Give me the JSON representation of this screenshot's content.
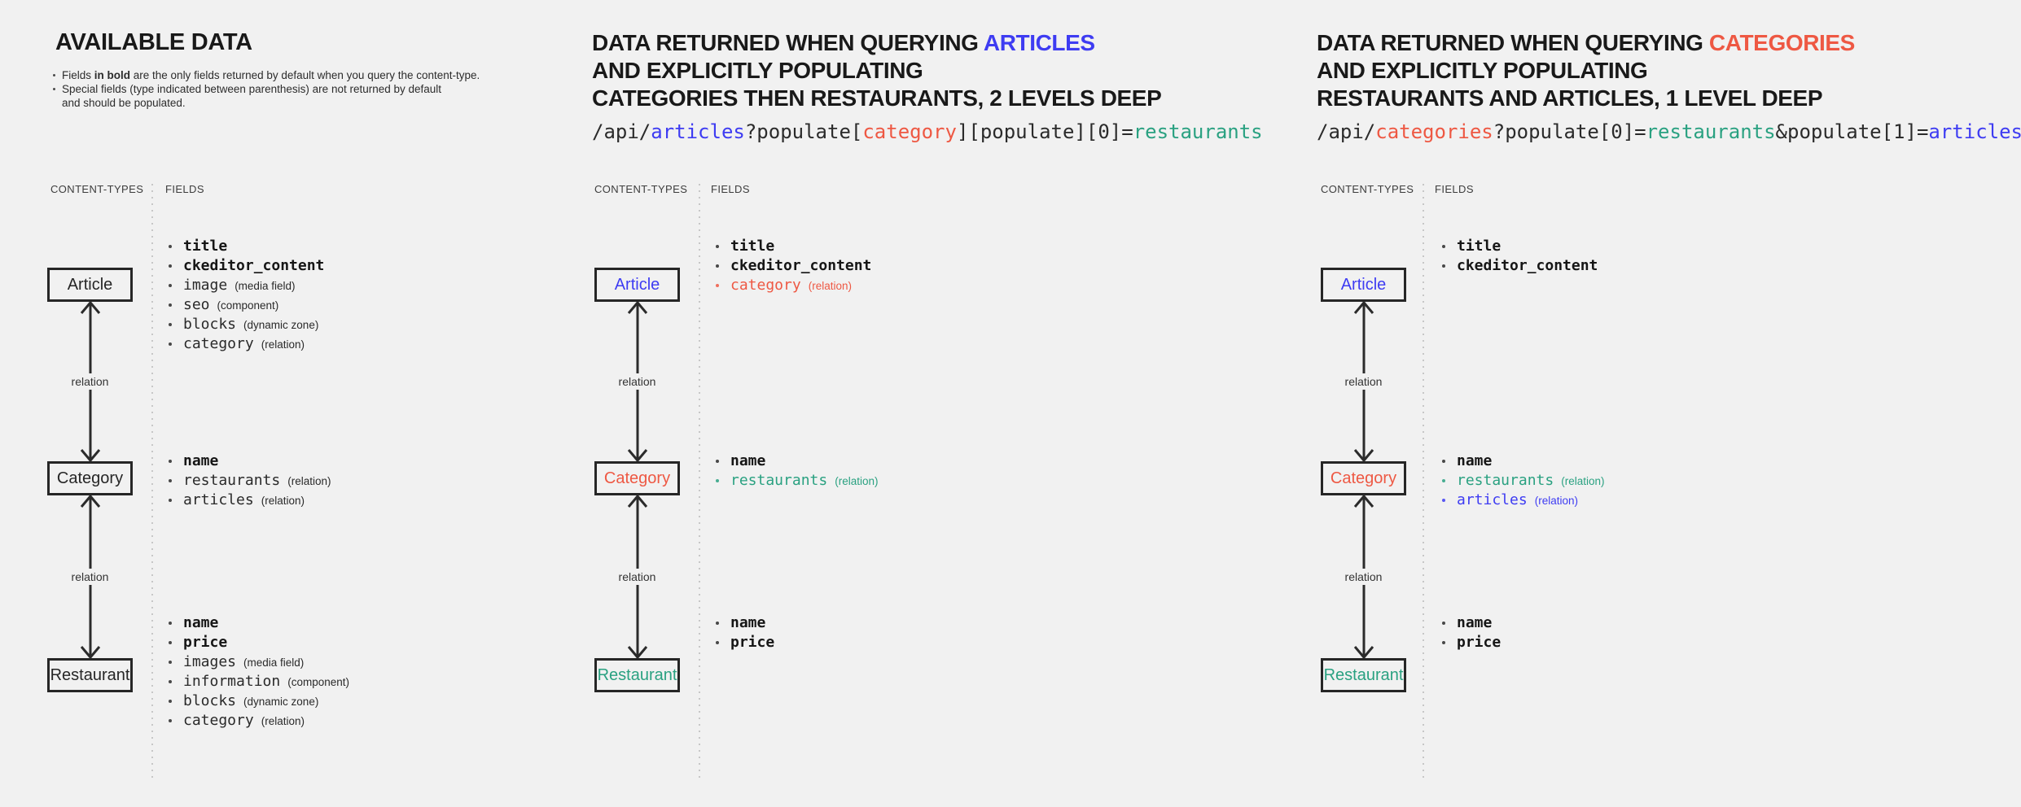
{
  "colors": {
    "blue": "#3e3cf2",
    "red": "#ee5843",
    "teal": "#2aa181",
    "dark": "#2b2b2b"
  },
  "sections": [
    {
      "intro": {
        "title": "AVAILABLE DATA",
        "bullets": [
          {
            "lines": [
              [
                {
                  "text": "Fields "
                },
                {
                  "text": "in bold",
                  "bold": true
                },
                {
                  "text": " are the only fields returned by default when you query the content-type."
                }
              ]
            ]
          },
          {
            "lines": [
              [
                {
                  "text": "Special fields (type indicated between parenthesis) are not returned by default"
                }
              ],
              [
                {
                  "text": "and should be populated."
                }
              ]
            ]
          }
        ]
      },
      "diagram": {
        "content_types_label": "CONTENT-TYPES",
        "fields_label": "FIELDS",
        "relation_label": "relation",
        "entities": [
          {
            "name": "Article",
            "fields": [
              {
                "name": "title",
                "bold": true
              },
              {
                "name": "ckeditor_content",
                "bold": true
              },
              {
                "name": "image",
                "type": "(media field)"
              },
              {
                "name": "seo",
                "type": "(component)"
              },
              {
                "name": "blocks",
                "type": "(dynamic zone)"
              },
              {
                "name": "category",
                "type": "(relation)"
              }
            ]
          },
          {
            "name": "Category",
            "fields": [
              {
                "name": "name",
                "bold": true
              },
              {
                "name": "restaurants",
                "type": "(relation)"
              },
              {
                "name": "articles",
                "type": "(relation)"
              }
            ]
          },
          {
            "name": "Restaurant",
            "fields": [
              {
                "name": "name",
                "bold": true
              },
              {
                "name": "price",
                "bold": true
              },
              {
                "name": "images",
                "type": "(media field)"
              },
              {
                "name": "information",
                "type": "(component)"
              },
              {
                "name": "blocks",
                "type": "(dynamic zone)"
              },
              {
                "name": "category",
                "type": "(relation)"
              }
            ]
          }
        ]
      }
    },
    {
      "header": {
        "lines": [
          [
            {
              "text": "DATA RETURNED WHEN QUERYING "
            },
            {
              "text": "ARTICLES",
              "color": "blue"
            }
          ],
          [
            {
              "text": "AND EXPLICITLY POPULATING"
            }
          ],
          [
            {
              "text": "CATEGORIES THEN RESTAURANTS, 2 LEVELS DEEP"
            }
          ]
        ]
      },
      "code": [
        {
          "text": "/api/"
        },
        {
          "text": "articles",
          "color": "blue"
        },
        {
          "text": "?populate["
        },
        {
          "text": "category",
          "color": "red"
        },
        {
          "text": "][populate][0]="
        },
        {
          "text": "restaurants",
          "color": "teal"
        }
      ],
      "diagram": {
        "content_types_label": "CONTENT-TYPES",
        "fields_label": "FIELDS",
        "relation_label": "relation",
        "entities": [
          {
            "name": "Article",
            "name_color": "blue",
            "fields": [
              {
                "name": "title",
                "bold": true
              },
              {
                "name": "ckeditor_content",
                "bold": true
              },
              {
                "name": "category",
                "type": "(relation)",
                "color": "red"
              }
            ]
          },
          {
            "name": "Category",
            "name_color": "red",
            "fields": [
              {
                "name": "name",
                "bold": true
              },
              {
                "name": "restaurants",
                "type": "(relation)",
                "color": "teal"
              }
            ]
          },
          {
            "name": "Restaurant",
            "name_color": "teal",
            "fields": [
              {
                "name": "name",
                "bold": true
              },
              {
                "name": "price",
                "bold": true
              }
            ]
          }
        ]
      }
    },
    {
      "header": {
        "lines": [
          [
            {
              "text": "DATA RETURNED WHEN QUERYING "
            },
            {
              "text": "CATEGORIES",
              "color": "red"
            }
          ],
          [
            {
              "text": "AND EXPLICITLY POPULATING"
            }
          ],
          [
            {
              "text": "RESTAURANTS AND ARTICLES, 1 LEVEL DEEP"
            }
          ]
        ]
      },
      "code": [
        {
          "text": "/api/"
        },
        {
          "text": "categories",
          "color": "red"
        },
        {
          "text": "?populate[0]="
        },
        {
          "text": "restaurants",
          "color": "teal"
        },
        {
          "text": "&populate[1]="
        },
        {
          "text": "articles",
          "color": "blue"
        }
      ],
      "diagram": {
        "content_types_label": "CONTENT-TYPES",
        "fields_label": "FIELDS",
        "relation_label": "relation",
        "entities": [
          {
            "name": "Article",
            "name_color": "blue",
            "fields": [
              {
                "name": "title",
                "bold": true
              },
              {
                "name": "ckeditor_content",
                "bold": true
              }
            ]
          },
          {
            "name": "Category",
            "name_color": "red",
            "fields": [
              {
                "name": "name",
                "bold": true
              },
              {
                "name": "restaurants",
                "type": "(relation)",
                "color": "teal"
              },
              {
                "name": "articles",
                "type": "(relation)",
                "color": "blue"
              }
            ]
          },
          {
            "name": "Restaurant",
            "name_color": "teal",
            "fields": [
              {
                "name": "name",
                "bold": true
              },
              {
                "name": "price",
                "bold": true
              }
            ]
          }
        ]
      }
    }
  ]
}
